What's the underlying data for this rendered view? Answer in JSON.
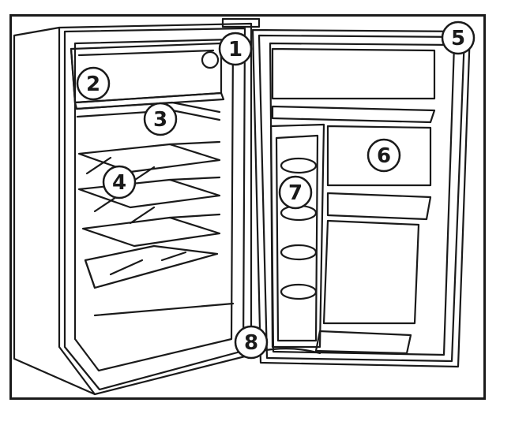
{
  "diagram": {
    "colors": {
      "line": "#1a1a1a",
      "background": "#ffffff"
    },
    "callouts": [
      {
        "id": "1",
        "label": "1"
      },
      {
        "id": "2",
        "label": "2"
      },
      {
        "id": "3",
        "label": "3"
      },
      {
        "id": "4",
        "label": "4"
      },
      {
        "id": "5",
        "label": "5"
      },
      {
        "id": "6",
        "label": "6"
      },
      {
        "id": "7",
        "label": "7"
      },
      {
        "id": "8",
        "label": "8"
      }
    ]
  }
}
